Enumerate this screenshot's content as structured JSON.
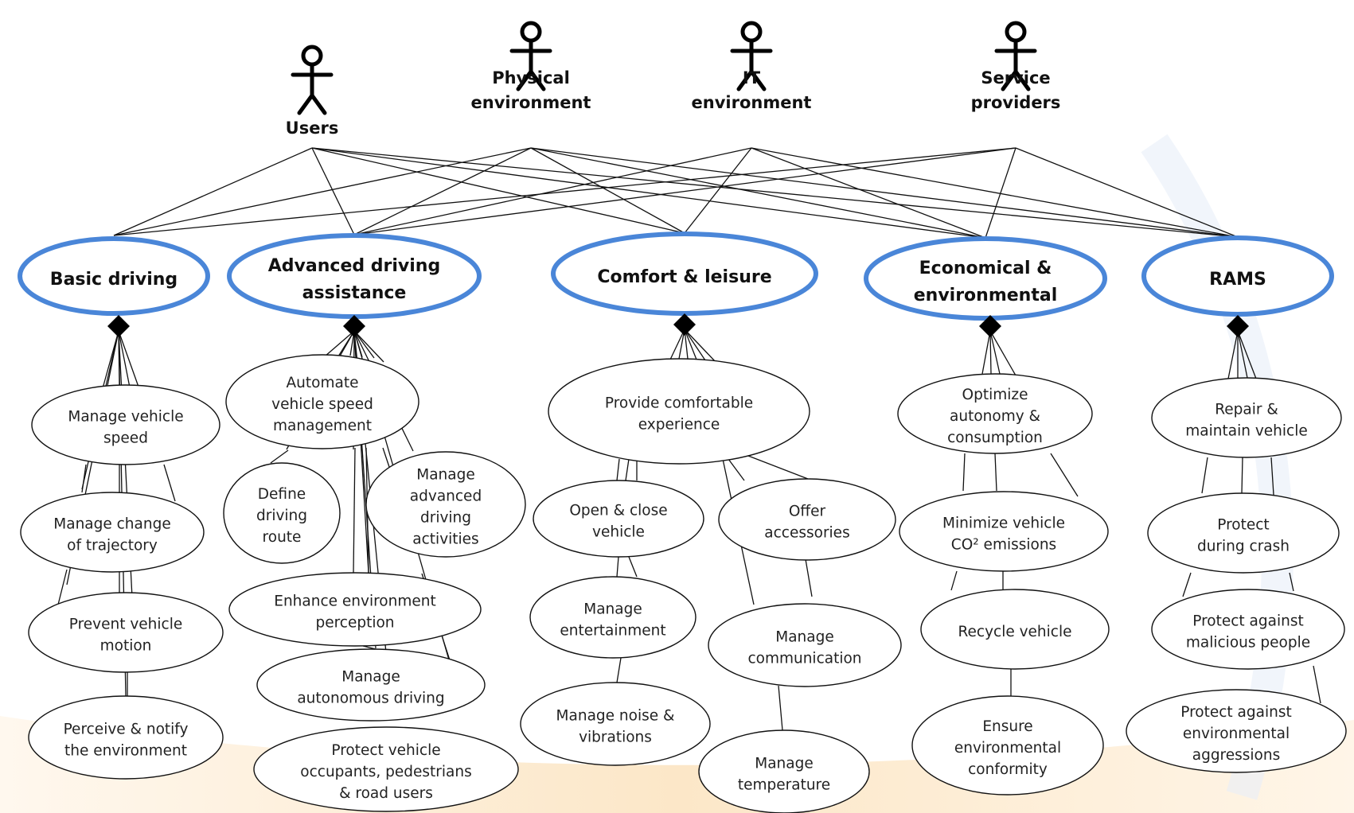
{
  "actors": [
    {
      "id": "users",
      "lines": [
        "Users"
      ]
    },
    {
      "id": "physical-environment",
      "lines": [
        "Physical",
        "environment"
      ]
    },
    {
      "id": "it-environment",
      "lines": [
        "IT",
        "environment"
      ]
    },
    {
      "id": "service-providers",
      "lines": [
        "Service",
        "providers"
      ]
    }
  ],
  "categories": [
    {
      "id": "basic-driving",
      "lines": [
        "Basic driving"
      ],
      "use_cases": [
        {
          "id": "manage-vehicle-speed",
          "lines": [
            "Manage vehicle",
            "speed"
          ]
        },
        {
          "id": "manage-change-of-trajectory",
          "lines": [
            "Manage change",
            "of trajectory"
          ]
        },
        {
          "id": "prevent-vehicle-motion",
          "lines": [
            "Prevent vehicle",
            "motion"
          ]
        },
        {
          "id": "perceive-notify-environment",
          "lines": [
            "Perceive & notify",
            "the environment"
          ]
        }
      ]
    },
    {
      "id": "advanced-driving-assistance",
      "lines": [
        "Advanced driving",
        "assistance"
      ],
      "use_cases": [
        {
          "id": "automate-vehicle-speed-management",
          "lines": [
            "Automate",
            "vehicle speed",
            "management"
          ]
        },
        {
          "id": "define-driving-route",
          "lines": [
            "Define",
            "driving",
            "route"
          ]
        },
        {
          "id": "manage-advanced-driving-activities",
          "lines": [
            "Manage",
            "advanced",
            "driving",
            "activities"
          ]
        },
        {
          "id": "enhance-environment-perception",
          "lines": [
            "Enhance environment",
            "perception"
          ]
        },
        {
          "id": "manage-autonomous-driving",
          "lines": [
            "Manage",
            "autonomous driving"
          ]
        },
        {
          "id": "protect-vehicle-occupants",
          "lines": [
            "Protect vehicle",
            "occupants, pedestrians",
            "& road users"
          ]
        }
      ]
    },
    {
      "id": "comfort-leisure",
      "lines": [
        "Comfort & leisure"
      ],
      "use_cases": [
        {
          "id": "provide-comfortable-experience",
          "lines": [
            "Provide comfortable",
            "experience"
          ]
        },
        {
          "id": "open-close-vehicle",
          "lines": [
            "Open & close",
            "vehicle"
          ]
        },
        {
          "id": "offer-accessories",
          "lines": [
            "Offer",
            "accessories"
          ]
        },
        {
          "id": "manage-entertainment",
          "lines": [
            "Manage",
            "entertainment"
          ]
        },
        {
          "id": "manage-communication",
          "lines": [
            "Manage",
            "communication"
          ]
        },
        {
          "id": "manage-noise-vibrations",
          "lines": [
            "Manage noise &",
            "vibrations"
          ]
        },
        {
          "id": "manage-temperature",
          "lines": [
            "Manage",
            "temperature"
          ]
        }
      ]
    },
    {
      "id": "economical-environmental",
      "lines": [
        "Economical &",
        "environmental"
      ],
      "use_cases": [
        {
          "id": "optimize-autonomy-consumption",
          "lines": [
            "Optimize",
            "autonomy &",
            "consumption"
          ]
        },
        {
          "id": "minimize-co2-emissions",
          "lines": [
            "Minimize vehicle",
            "CO² emissions"
          ]
        },
        {
          "id": "recycle-vehicle",
          "lines": [
            "Recycle vehicle"
          ]
        },
        {
          "id": "ensure-environmental-conformity",
          "lines": [
            "Ensure",
            "environmental",
            "conformity"
          ]
        }
      ]
    },
    {
      "id": "rams",
      "lines": [
        "RAMS"
      ],
      "use_cases": [
        {
          "id": "repair-maintain-vehicle",
          "lines": [
            "Repair &",
            "maintain vehicle"
          ]
        },
        {
          "id": "protect-during-crash",
          "lines": [
            "Protect",
            "during crash"
          ]
        },
        {
          "id": "protect-against-malicious-people",
          "lines": [
            "Protect against",
            "malicious people"
          ]
        },
        {
          "id": "protect-against-environmental-aggressions",
          "lines": [
            "Protect against",
            "environmental",
            "aggressions"
          ]
        }
      ]
    }
  ],
  "colors": {
    "category_border": "#4a86d8",
    "background_swoosh": "#fbe3bf"
  }
}
